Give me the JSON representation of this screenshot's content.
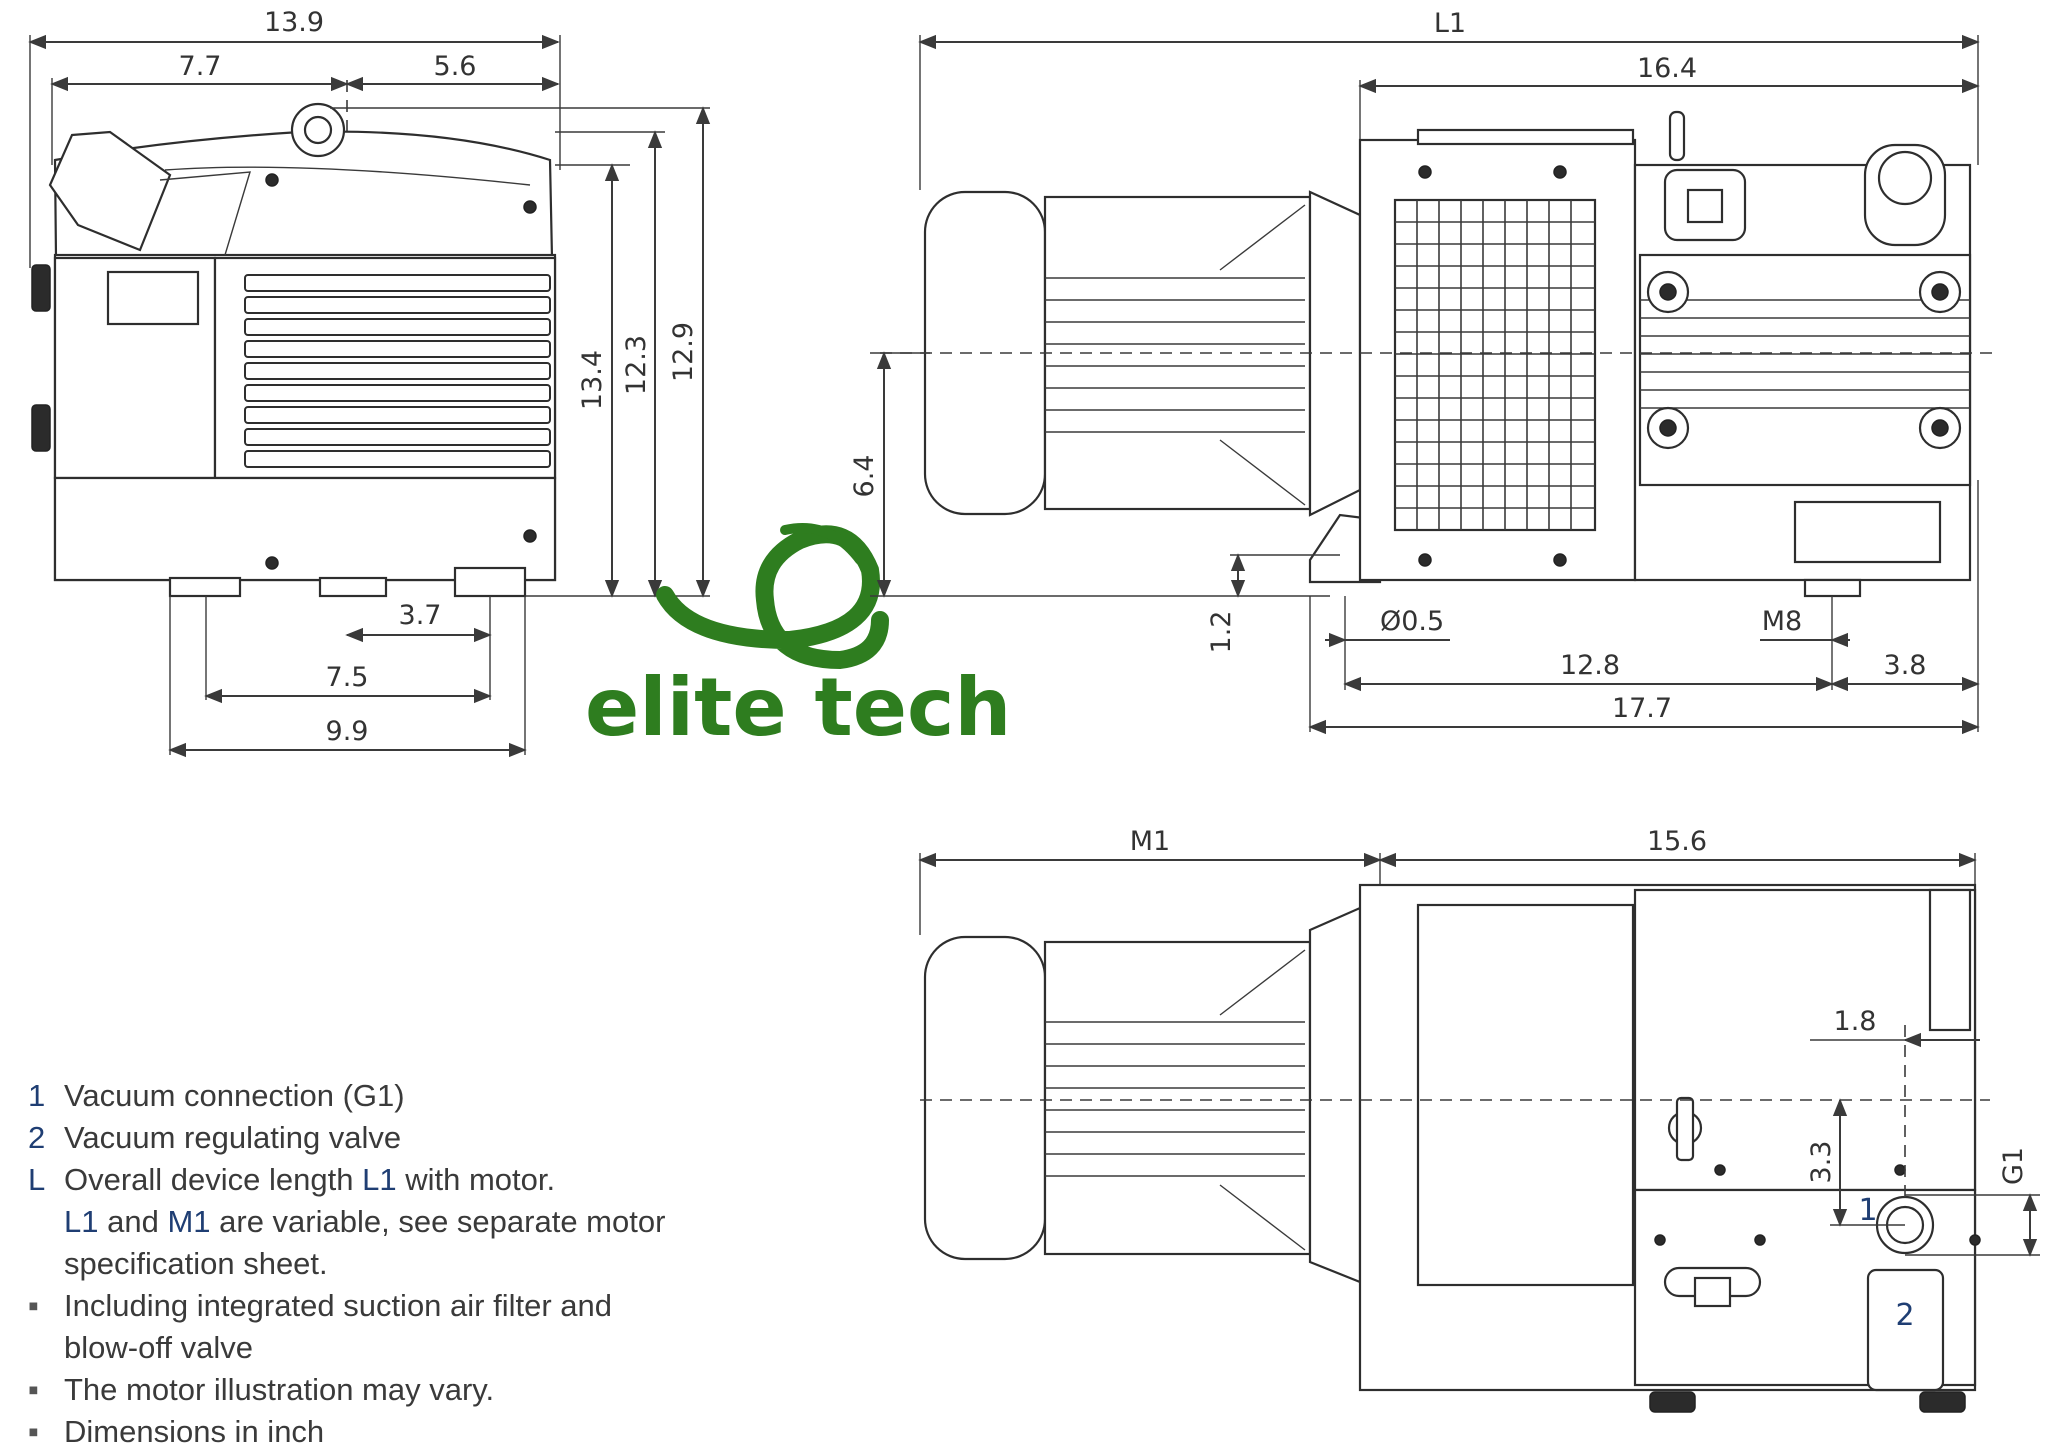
{
  "drawing": {
    "dimensions": {
      "side": {
        "overall_width": "13.9",
        "left_part": "7.7",
        "right_part": "5.6",
        "height_a": "13.4",
        "height_b": "12.3",
        "height_c": "12.9",
        "foot_inner": "3.7",
        "foot_mid": "7.5",
        "foot_outer": "9.9"
      },
      "front": {
        "overall_length": "L1",
        "pump_length": "16.4",
        "axis_height": "6.4",
        "foot_height": "1.2",
        "hole_diameter": "Ø0.5",
        "thread": "M8",
        "foot_spacing": "12.8",
        "foot_offset": "3.8",
        "base_length": "17.7"
      },
      "top": {
        "motor_length": "M1",
        "pump_length": "15.6",
        "port_offset_x": "1.8",
        "port_offset_y": "3.3",
        "port_size": "G1"
      }
    },
    "callouts": {
      "vacuum_connection": "1",
      "regulating_valve": "2"
    },
    "colors": {
      "line": "#2e2e2e",
      "logo_green": "#2e7d1f",
      "accent_blue": "#1f3e73"
    }
  },
  "logo": {
    "text": "elite tech"
  },
  "legend": [
    {
      "marker": "1",
      "text": "Vacuum connection (G1)"
    },
    {
      "marker": "2",
      "text": "Vacuum regulating valve"
    },
    {
      "marker": "L",
      "pre": "Overall device length ",
      "accent": "L1",
      "post": " with motor."
    },
    {
      "marker": "",
      "accent1": "L1",
      "mid1": " and ",
      "accent2": "M1",
      "mid2": " are variable, see separate motor"
    },
    {
      "marker": "",
      "text": "specification sheet."
    },
    {
      "marker": "▪",
      "text": "Including integrated suction air filter and"
    },
    {
      "marker": "",
      "text": "blow-off valve"
    },
    {
      "marker": "▪",
      "text": "The motor illustration may vary."
    },
    {
      "marker": "▪",
      "text": "Dimensions in inch"
    }
  ]
}
